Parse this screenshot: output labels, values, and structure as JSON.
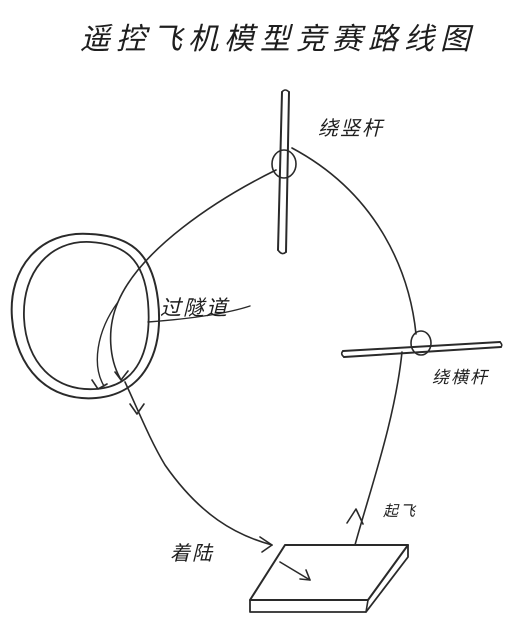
{
  "title": "遥控飞机模型竞赛路线图",
  "labels": {
    "vertical_pole": "绕竖杆",
    "tunnel": "过隧道",
    "horizontal_pole": "绕横杆",
    "landing": "着陆",
    "takeoff": "起飞"
  },
  "colors": {
    "ink": "#2a2a2a",
    "paper": "#ffffff"
  }
}
